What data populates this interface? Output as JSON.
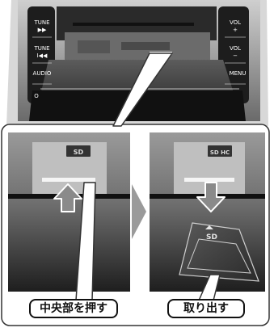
{
  "head_unit": {
    "left_buttons": [
      {
        "line1": "TUNE",
        "line2": "▶▶"
      },
      {
        "line1": "TUNE",
        "line2": "I◀◀"
      },
      {
        "line1": "AUDIO",
        "line2": ""
      },
      {
        "line1": "O",
        "line2": ""
      }
    ],
    "right_buttons": [
      {
        "line1": "VOL",
        "line2": "+"
      },
      {
        "line1": "VOL",
        "line2": "−"
      },
      {
        "line1": "MENU",
        "line2": ""
      }
    ]
  },
  "sd_logo": {
    "left": "SD",
    "right": "SD HC"
  },
  "sd_card_logo": "SD",
  "labels": {
    "press_center": "中央部を押す",
    "remove": "取り出す"
  },
  "colors": {
    "panel_dark": "#2b2b2b",
    "panel_gray": "#8c8c8c",
    "arrow_gray": "#6f6f6f",
    "chevron_gray": "#9a9a9a",
    "frame": "#333333"
  }
}
